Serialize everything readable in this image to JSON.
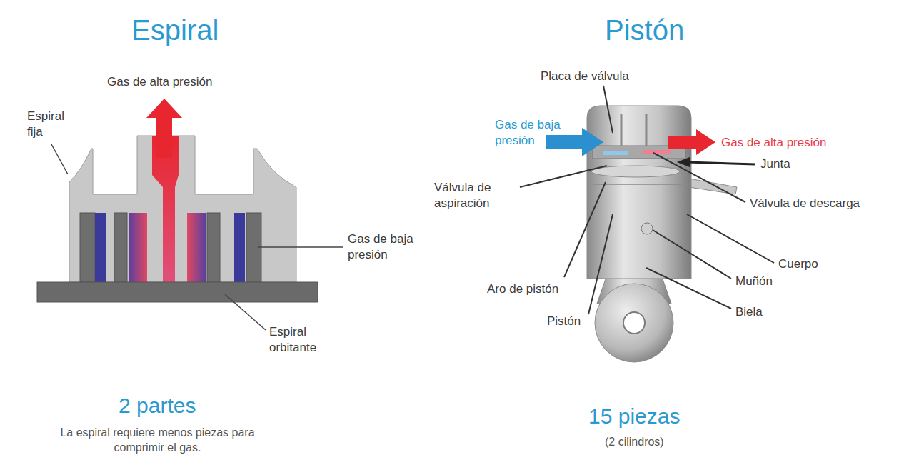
{
  "diagram": {
    "labels": [
      "Espiral",
      "Pistón",
      "Gas de alta presión",
      "Espiral fija",
      "Gas de baja presión",
      "Espiral orbitante",
      "2 partes",
      "La espiral requiere menos piezas para comprimir el gas.",
      "Placa de válvula",
      "Gas de baja presión",
      "Gas de alta presión",
      "Junta",
      "Válvula de aspiración",
      "Válvula de descarga",
      "Cuerpo",
      "Muñón",
      "Aro de pistón",
      "Biela",
      "Pistón",
      "15 piezas",
      "(2 cilindros)"
    ]
  }
}
